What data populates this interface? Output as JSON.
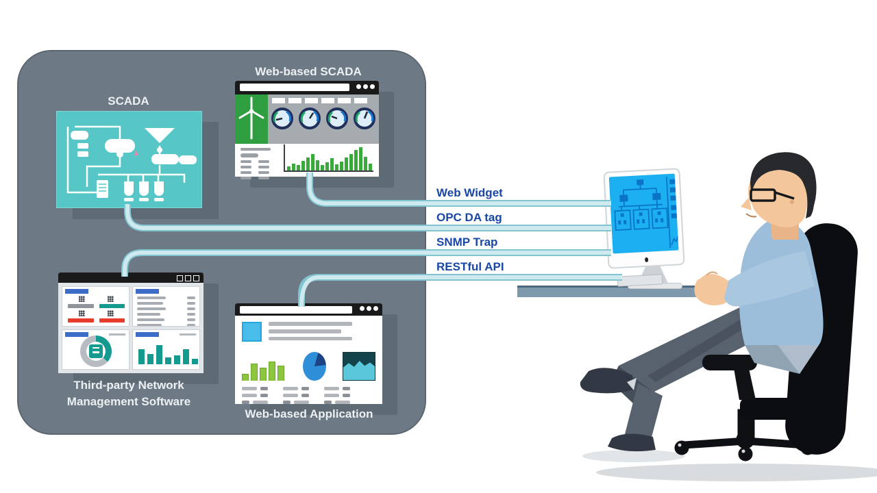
{
  "diagram": {
    "title_hint": "SCADA integration diagram",
    "container_color": "#6d7984",
    "label_color": "#1847a5",
    "node_label_color": "#ecf0f2",
    "line_fill": "#cfeaef",
    "line_border": "#7fc4cf",
    "nodes": {
      "scada": {
        "label": "SCADA"
      },
      "web_scada": {
        "label": "Web-based SCADA"
      },
      "third_party": {
        "label": "Third-party Network Management Software"
      },
      "web_app": {
        "label": "Web-based Application"
      }
    },
    "connections": [
      {
        "label": "Web Widget"
      },
      {
        "label": "OPC DA tag"
      },
      {
        "label": "SNMP Trap"
      },
      {
        "label": "RESTful API"
      }
    ]
  },
  "decorative_charts": {
    "web_scada_bars": [
      6,
      10,
      8,
      14,
      19,
      24,
      15,
      8,
      12,
      18,
      9,
      13,
      19,
      24,
      30,
      34,
      20,
      10
    ],
    "third_party_bars": [
      22,
      15,
      28,
      10,
      13,
      22,
      8
    ],
    "web_app_bars": [
      10,
      25,
      19,
      28,
      22
    ]
  },
  "icons": {
    "wind_turbine": "wind-turbine-icon",
    "gauges": "gauge-icon",
    "browser_dots": "window-buttons-icon",
    "monitor": "monitor-icon",
    "person": "seated-operator-figure"
  }
}
